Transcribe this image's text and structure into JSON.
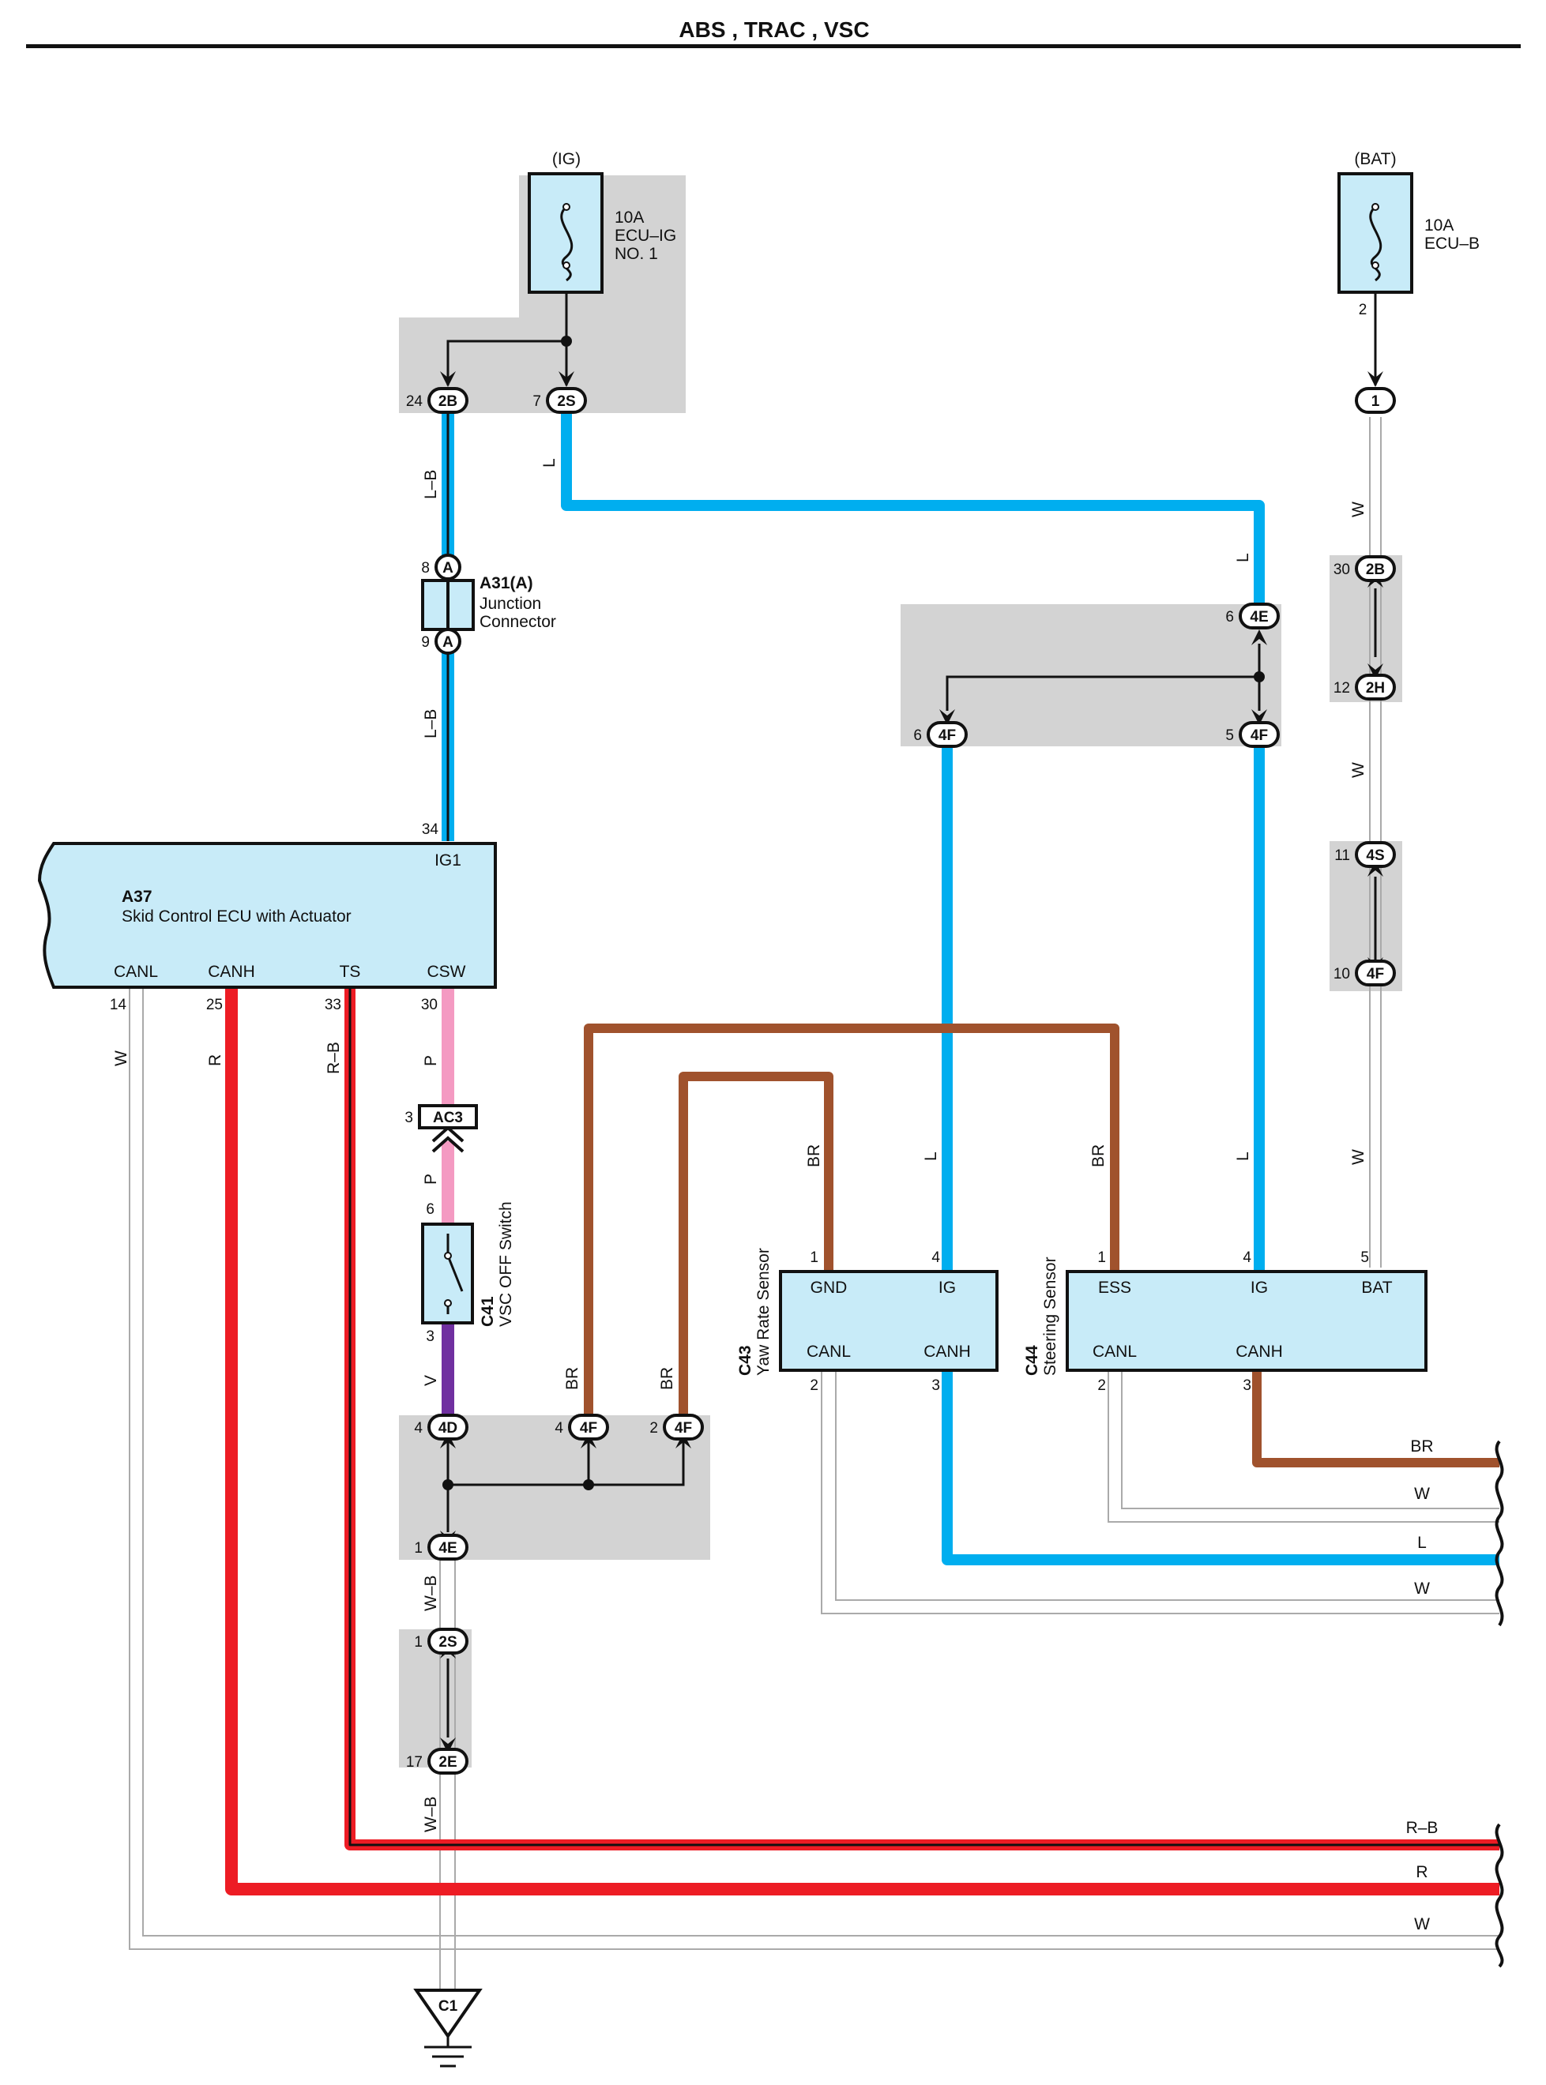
{
  "title": "ABS , TRAC , VSC",
  "colors": {
    "blue": "#00aeef",
    "red": "#ed1c24",
    "brown": "#a0522d",
    "pink": "#f49ac2",
    "violet": "#7030a0",
    "white_wire": "#bbbbbb",
    "device_fill": "#c8ebf8",
    "shade": "#d3d3d3"
  },
  "fuses": {
    "ig": {
      "source": "(IG)",
      "rating": "10A",
      "name": "ECU–IG",
      "name2": "NO. 1"
    },
    "bat": {
      "source": "(BAT)",
      "rating": "10A",
      "name": "ECU–B",
      "pin": "2"
    }
  },
  "connectors": {
    "2B_top": {
      "pin": "24",
      "code": "2B"
    },
    "2S_top": {
      "pin": "7",
      "code": "2S"
    },
    "1_bat": {
      "code": "1"
    },
    "A_8": {
      "pin": "8",
      "code": "A"
    },
    "A_9": {
      "pin": "9",
      "code": "A"
    },
    "2B_right": {
      "pin": "30",
      "code": "2B"
    },
    "2H_right": {
      "pin": "12",
      "code": "2H"
    },
    "4S_right": {
      "pin": "11",
      "code": "4S"
    },
    "4F_right": {
      "pin": "10",
      "code": "4F"
    },
    "4E_mid": {
      "pin": "6",
      "code": "4E"
    },
    "4F_mid_left": {
      "pin": "6",
      "code": "4F"
    },
    "4F_mid_right": {
      "pin": "5",
      "code": "4F"
    },
    "AC3": {
      "pin": "3",
      "code": "AC3"
    },
    "4D_low": {
      "pin": "4",
      "code": "4D"
    },
    "4F_low_a": {
      "pin": "4",
      "code": "4F"
    },
    "4F_low_b": {
      "pin": "2",
      "code": "4F"
    },
    "4E_low": {
      "pin": "1",
      "code": "4E"
    },
    "2S_low": {
      "pin": "1",
      "code": "2S"
    },
    "2E_low": {
      "pin": "17",
      "code": "2E"
    },
    "ground": {
      "code": "C1"
    }
  },
  "junction": {
    "code": "A31(A)",
    "line1": "Junction",
    "line2": "Connector"
  },
  "ecu": {
    "code": "A37",
    "name": "Skid Control ECU with Actuator",
    "ig1": {
      "label": "IG1",
      "pin": "34"
    },
    "canl": {
      "label": "CANL",
      "pin": "14"
    },
    "canh": {
      "label": "CANH",
      "pin": "25"
    },
    "ts": {
      "label": "TS",
      "pin": "33"
    },
    "csw": {
      "label": "CSW",
      "pin": "30"
    }
  },
  "switch": {
    "code": "C41",
    "name": "VSC OFF Switch",
    "pin_top": "6",
    "pin_bottom": "3"
  },
  "yaw_sensor": {
    "code": "C43",
    "name": "Yaw Rate Sensor",
    "gnd": {
      "label": "GND",
      "pin": "1"
    },
    "ig": {
      "label": "IG",
      "pin": "4"
    },
    "canl": {
      "label": "CANL",
      "pin": "2"
    },
    "canh": {
      "label": "CANH",
      "pin": "3"
    }
  },
  "steer_sensor": {
    "code": "C44",
    "name": "Steering Sensor",
    "ess": {
      "label": "ESS",
      "pin": "1"
    },
    "ig": {
      "label": "IG",
      "pin": "4"
    },
    "bat": {
      "label": "BAT",
      "pin": "5"
    },
    "canl": {
      "label": "CANL",
      "pin": "2"
    },
    "canh": {
      "label": "CANH",
      "pin": "3"
    }
  },
  "wire_labels": {
    "lb": "L–B",
    "l": "L",
    "w": "W",
    "r": "R",
    "rb": "R–B",
    "p": "P",
    "v": "V",
    "br": "BR",
    "wb": "W–B"
  },
  "exit_labels": [
    "BR",
    "W",
    "L",
    "W",
    "R–B",
    "R",
    "W"
  ]
}
